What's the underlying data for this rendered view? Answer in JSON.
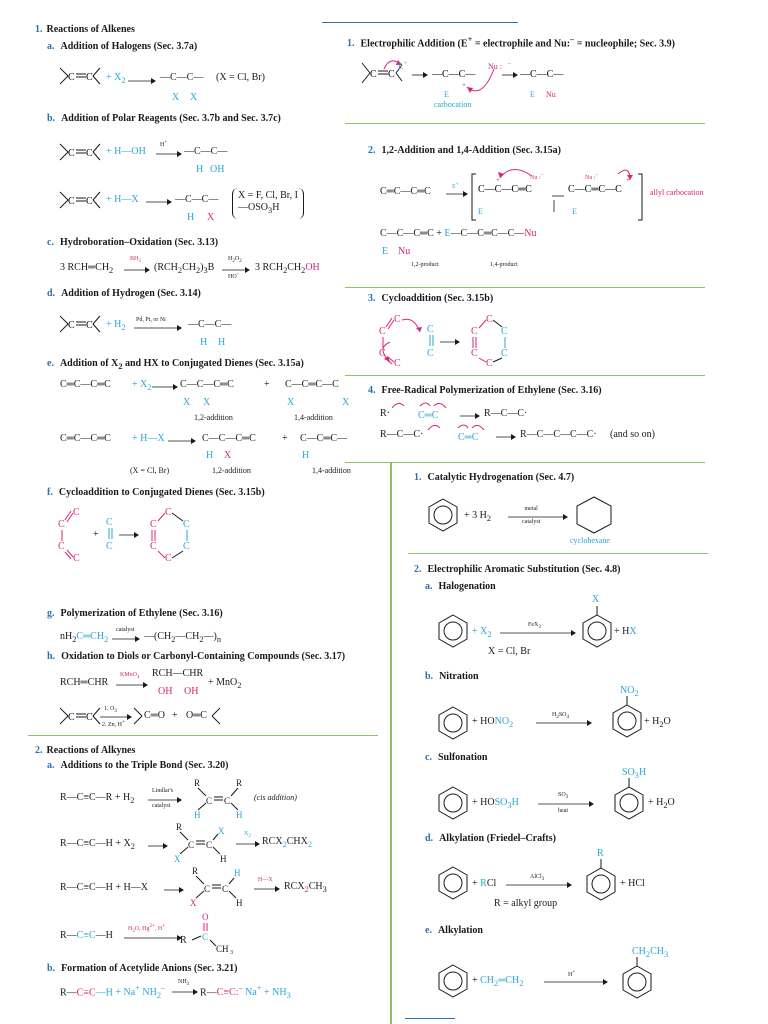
{
  "left": {
    "s1": {
      "num": "1.",
      "title": "Reactions of Alkenes"
    },
    "a": {
      "num": "a.",
      "title": "Addition of Halogens (Sec. 3.7a)",
      "reagent": "+ X",
      "reagent_sub": "2",
      "cond": "(X = Cl, Br)",
      "x1": "X",
      "x2": "X"
    },
    "b": {
      "num": "b.",
      "title": "Addition of Polar Reagents (Sec. 3.7b and Sec. 3.7c)",
      "r1": "+ H—OH",
      "r1_cat": "H",
      "r1_cat_sup": "+",
      "p1_h": "H",
      "p1_oh": "OH",
      "r2": "+ H—X",
      "p2_h": "H",
      "p2_x": "X",
      "cond_a": "X = F, Cl, Br, I",
      "cond_b": "—OSO",
      "cond_b_sub": "3",
      "cond_b_end": "H"
    },
    "c": {
      "num": "c.",
      "title": "Hydroboration–Oxidation (Sec. 3.13)",
      "reactant": "3 RCH═CH",
      "reactant_sub": "2",
      "step1": "BH",
      "step1_sub": "3",
      "intermediate": "(RCH",
      "intermediate_sub": "2",
      "intermediate_mid": "CH",
      "intermediate_sub2": "2",
      "intermediate_end": ")",
      "intermediate_sub3": "3",
      "intermediate_tail": "B",
      "step2": "H",
      "step2_sub": "2",
      "step2_mid": "O",
      "step2_sub2": "2",
      "step2_below": "HO",
      "step2_below_sup": "–",
      "product": "3 RCH",
      "product_sub": "2",
      "product_mid": "CH",
      "product_sub2": "2",
      "product_end": "OH"
    },
    "d": {
      "num": "d.",
      "title": "Addition of Hydrogen (Sec. 3.14)",
      "reagent": "+ H",
      "reagent_sub": "2",
      "cat": "Pd, Pt, or Ni",
      "h1": "H",
      "h2": "H"
    },
    "e": {
      "num": "e.",
      "title": "Addition of X",
      "title_sub": "2",
      "title_end": " and HX to Conjugated Dienes (Sec. 3.15a)",
      "diene": "C═C—C═C",
      "reagent1": "+ X",
      "reagent1_sub": "2",
      "p1": "C—C—C═C",
      "p2": "C—C═C—C",
      "plus": "+",
      "label12": "1,2-addition",
      "label14": "1,4-addition",
      "reagent2": "+ H—X",
      "p3": "C—C—C═C",
      "p4": "C—C═C—",
      "cond2": "(X = Cl, Br)",
      "label12b": "1,2-addition",
      "label14b": "1,4-addition",
      "xs": [
        "X",
        "X",
        "X",
        "X"
      ],
      "hx": [
        "H",
        "X",
        "H"
      ]
    },
    "f": {
      "num": "f.",
      "title": "Cycloaddition to Conjugated Dienes (Sec. 3.15b)",
      "plus": "+"
    },
    "g": {
      "num": "g.",
      "title": "Polymerization of Ethylene (Sec. 3.16)",
      "lhs": "nH",
      "lhs_sub": "2",
      "lhs_mid": "C═CH",
      "lhs_sub2": "2",
      "cat": "catalyst",
      "rhs": "—(CH",
      "rhs_sub": "2",
      "rhs_mid": "—CH",
      "rhs_sub2": "2",
      "rhs_end": "—)",
      "rhs_sub3": "n"
    },
    "h": {
      "num": "h.",
      "title": "Oxidation to Diols or Carbonyl-Containing Compounds (Sec. 3.17)",
      "reactant": "RCH═CHR",
      "reagent": "KMnO",
      "reagent_sub": "4",
      "product": "RCH—CHR",
      "oh1": "OH",
      "oh2": "OH",
      "byproduct": "+ MnO",
      "byproduct_sub": "2",
      "step1": "1. O",
      "step1_sub": "3",
      "step2": "2. Zn, H",
      "step2_sup": "+",
      "prod2a": "C═O",
      "prod2plus": "+",
      "prod2b": "O═C"
    },
    "s2": {
      "num": "2.",
      "title": "Reactions of Alkynes"
    },
    "a2": {
      "num": "a.",
      "title": "Additions to the Triple Bond (Sec. 3.20)",
      "r1": "R—C≡C—R + H",
      "r1_sub": "2",
      "cat1": "Lindlar's",
      "cat1b": "catalyst",
      "cis": "(cis addition)",
      "rs": [
        "R",
        "R",
        "H",
        "H"
      ],
      "r2": "R—C≡C—H + X",
      "r2_sub": "2",
      "r2_reagent": "X",
      "r2_reagent_sub": "2",
      "r2_prod": "RCX",
      "r2_prod_sub": "2",
      "r2_prod_mid": "CHX",
      "r2_prod_sub2": "2",
      "r2_atoms": [
        "R",
        "X",
        "X",
        "H"
      ],
      "r3": "R—C≡C—H + H—X",
      "r3_reagent": "H—X",
      "r3_prod": "RCX",
      "r3_prod_sub": "2",
      "r3_prod_mid": "CH",
      "r3_prod_sub2": "3",
      "r3_atoms": [
        "R",
        "H",
        "X",
        "H"
      ],
      "r4_lhs": "R—C≡C—H",
      "r4_cat": "H",
      "r4_cat_sub": "2",
      "r4_cat_mid": "O, Hg",
      "r4_cat_sup": "2+",
      "r4_cat_end": ", H",
      "r4_cat_sup2": "+",
      "r4_o": "O",
      "r4_c": "C",
      "r4_r": "R",
      "r4_ch3": "CH",
      "r4_ch3_sub": "3"
    },
    "b2": {
      "num": "b.",
      "title": "Formation of Acetylide Anions (Sec. 3.21)",
      "lhs": "R—C≡C—H + Na",
      "lhs_sup": "+",
      "lhs_mid": " NH",
      "lhs_sub": "2",
      "lhs_sup2": "–",
      "cat": "NH",
      "cat_sub": "3",
      "rhs": "R—C≡C:",
      "rhs_sup": "–",
      "rhs_mid": " Na",
      "rhs_sup2": "+",
      "rhs_end": " + NH",
      "rhs_sub": "3"
    }
  },
  "right": {
    "e1": {
      "num": "1.",
      "title": "Electrophilic Addition (E",
      "title_sup": "+",
      "title_mid": " = electrophile and Nu:",
      "title_sup2": "–",
      "title_end": " = nucleophile; Sec. 3.9)",
      "e_plus": "E",
      "e_plus_sup": "+",
      "nu": "Nu :",
      "nu_sup": "–",
      "carbocation": "carbocation",
      "e": "E",
      "e2": "E",
      "nu2": "Nu",
      "plus_charge": "+"
    },
    "e2": {
      "num": "2.",
      "title": "1,2-Addition and 1,4-Addition (Sec. 3.15a)",
      "diene": "C═C—C═C",
      "e_plus": "E",
      "e_plus_sup": "+",
      "ion1": "C—C—C═C",
      "ion2": "C—C═C—C",
      "nu_a": "Nu :",
      "nu_b": "Nu :",
      "nu_sup": "–",
      "allyl": "allyl carbocation",
      "e": "E",
      "p1": "C—C—C═C + E—C—C═C—C—Nu",
      "e3": "E",
      "nu3": "Nu",
      "label12": "1,2-product",
      "label14": "1,4-product"
    },
    "e3": {
      "num": "3.",
      "title": "Cycloaddition (Sec. 3.15b)"
    },
    "e4": {
      "num": "4.",
      "title": "Free-Radical Polymerization of Ethylene (Sec. 3.16)",
      "r1": "R·",
      "r1_prod": "R—C—C·",
      "r2": "R—C—C·",
      "r2_prod": "R—C—C—C—C·",
      "etc": "(and so on)"
    },
    "ar1": {
      "num": "1.",
      "title": "Catalytic Hydrogenation (Sec. 4.7)",
      "reagent": "+ 3 H",
      "reagent_sub": "2",
      "cat1": "metal",
      "cat2": "catalyst",
      "product": "cyclohexane"
    },
    "ar2": {
      "num": "2.",
      "title": "Electrophilic Aromatic Substitution (Sec. 4.8)"
    },
    "ar2a": {
      "num": "a.",
      "title": "Halogenation",
      "reagent": "+ X",
      "reagent_sub": "2",
      "cat": "FeX",
      "cat_sub": "3",
      "sub": "X",
      "byp": "+ HX",
      "cond": "X = Cl, Br"
    },
    "ar2b": {
      "num": "b.",
      "title": "Nitration",
      "reagent": "+ HONO",
      "reagent_sub": "2",
      "cat": "H",
      "cat_sub": "2",
      "cat_mid": "SO",
      "cat_sub2": "4",
      "sub": "NO",
      "sub_sub": "2",
      "byp": "+ H",
      "byp_sub": "2",
      "byp_end": "O"
    },
    "ar2c": {
      "num": "c.",
      "title": "Sulfonation",
      "reagent": "+ HOSO",
      "reagent_sub": "3",
      "reagent_end": "H",
      "cat": "SO",
      "cat_sub": "3",
      "cat2": "heat",
      "sub": "SO",
      "sub_sub": "3",
      "sub_end": "H",
      "byp": "+ H",
      "byp_sub": "2",
      "byp_end": "O"
    },
    "ar2d": {
      "num": "d.",
      "title": "Alkylation (Friedel–Crafts)",
      "reagent": "+ RCl",
      "cat": "AlCl",
      "cat_sub": "3",
      "sub": "R",
      "byp": "+ HCl",
      "cond": "R = alkyl group"
    },
    "ar2e": {
      "num": "e.",
      "title": "Alkylation",
      "reagent": "+ CH",
      "reagent_sub": "2",
      "reagent_mid": "═CH",
      "reagent_sub2": "2",
      "cat": "H",
      "cat_sup": "+",
      "sub": "CH",
      "sub_sub": "2",
      "sub_mid": "CH",
      "sub_sub2": "3"
    }
  }
}
